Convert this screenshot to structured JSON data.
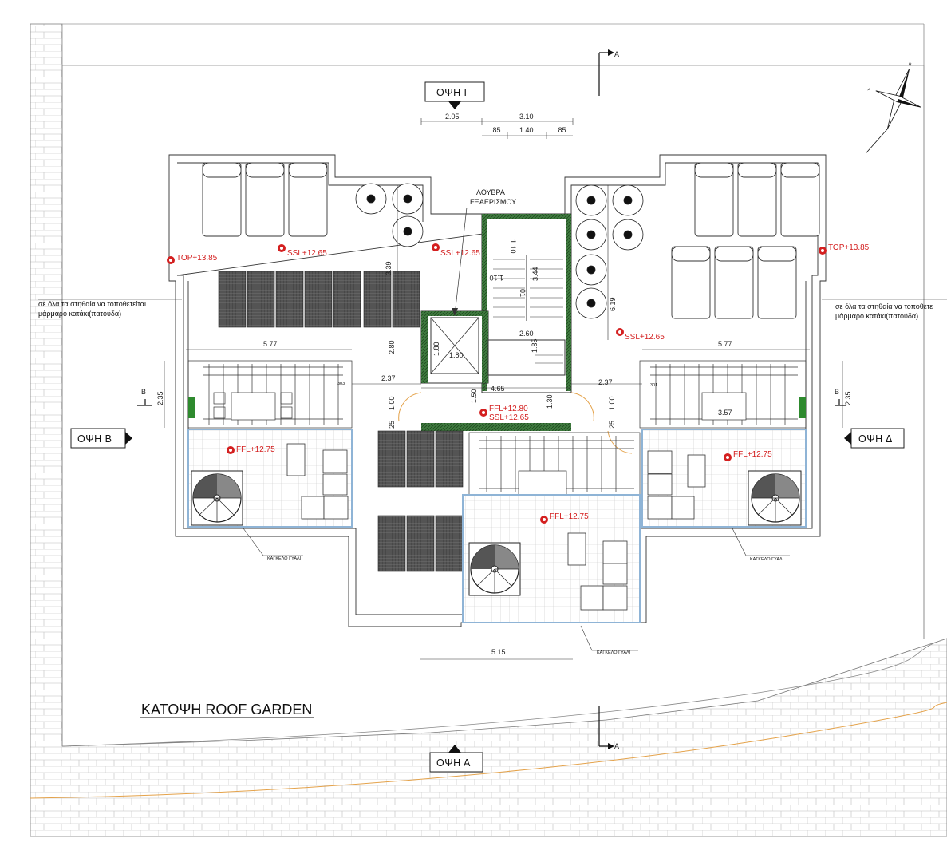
{
  "drawing": {
    "title": "ΚΑΤΟΨΗ ROOF GARDEN",
    "elevations": {
      "top": "ΟΨΗ Γ",
      "left": "ΟΨΗ Β",
      "right": "ΟΨΗ Δ",
      "bottom": "ΟΨΗ Α"
    },
    "section_marks": {
      "a": "A",
      "b": "B"
    },
    "north_letters": {
      "a": "A",
      "b": "B"
    },
    "louver": {
      "line1": "ΛΟΥΒΡΑ",
      "line2": "ΕΞΑΕΡΙΣΜΟΥ"
    },
    "levels": {
      "top_left": "TOP+13.85",
      "top_right": "TOP+13.85",
      "ssl_left": "SSL+12.65",
      "ssl_center": "SSL+12.65",
      "ssl_right": "SSL+12.65",
      "ffl_center_1": "FFL+12.80",
      "ffl_center_2": "SSL+12.65",
      "ffl_left": "FFL+12.75",
      "ffl_right": "FFL+12.75",
      "ffl_bottom": "FFL+12.75"
    },
    "notes": {
      "left_1": "σε όλα τα στηθαία να τοποθετείται",
      "left_2": "μάρμαρο κατάκι(πατούδα)",
      "right_1": "σε όλα τα στηθαία να τοποθετε",
      "right_2": "μάρμαρο κατάκι(πατούδα)"
    },
    "railing": {
      "left": "ΚΑΓΚΕΛΟ ΓΥΑΛΙ",
      "right": "ΚΑΓΚΕΛΟ ΓΥΑΛΙ",
      "bottom": "ΚΑΓΚΕΛΟ ΓΥΑΛΙ"
    },
    "dimensions": {
      "top_205": "2.05",
      "top_310": "3.10",
      "top_085a": ".85",
      "top_140": "1.40",
      "top_085b": ".85",
      "v_339": "3.39",
      "v_280": "2.80",
      "h_237_left": "2.37",
      "h_465": "4.65",
      "h_237_right": "2.37",
      "v_100_left": "1.00",
      "v_25_left": "25",
      "v_150": "1.50",
      "v_130": "1.30",
      "v_25_right": "25",
      "v_100_right": "1.00",
      "h_577_left": "5.77",
      "h_577_right": "5.77",
      "v_235_left": "2.35",
      "v_235_right": "2.35",
      "v_180a": "1.80",
      "h_180b": "1.80",
      "h_260": "2.60",
      "v_185": "1.85",
      "v_619": "6.19",
      "v_344": "3.44",
      "h_110": "1.10",
      "h_515": "5.15",
      "h_357": "3.57",
      "stair_01": "01",
      "stair_110b": "1.10",
      "door_303_left": "303",
      "door_303_right": "301"
    },
    "colors": {
      "level_red": "#d42020",
      "wall_green": "#3f7a3f",
      "glass_blue": "#8fb4d6",
      "boundary_orange": "#e4a24a"
    }
  }
}
